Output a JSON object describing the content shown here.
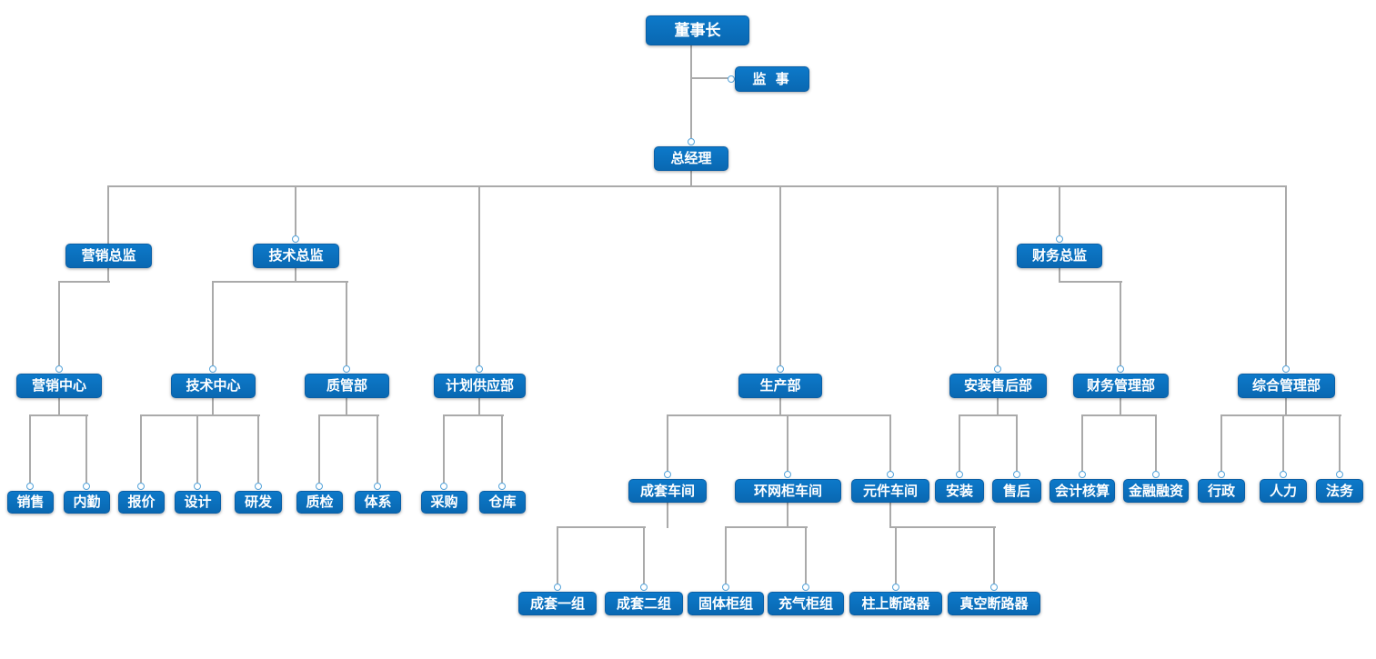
{
  "page": {
    "background": "#ffffff"
  },
  "palette": {
    "node_fill": "#0a70c0",
    "node_border": "#0a5fa6",
    "node_text": "#ffffff",
    "connector": "#aaaaaa",
    "handle_ring": "#54a3da",
    "handle_fill": "#ffffff"
  },
  "org_chart": {
    "nodes": {
      "chairman": {
        "label": "董事长"
      },
      "supervisor": {
        "label": "监 事"
      },
      "general_manager": {
        "label": "总经理"
      },
      "marketing_director": {
        "label": "营销总监"
      },
      "tech_director": {
        "label": "技术总监"
      },
      "finance_director": {
        "label": "财务总监"
      },
      "marketing_center": {
        "label": "营销中心"
      },
      "tech_center": {
        "label": "技术中心"
      },
      "quality_dept": {
        "label": "质管部"
      },
      "planning_supply_dept": {
        "label": "计划供应部"
      },
      "production_dept": {
        "label": "生产部"
      },
      "install_aftersales_dept": {
        "label": "安装售后部"
      },
      "finance_mgmt_dept": {
        "label": "财务管理部"
      },
      "general_mgmt_dept": {
        "label": "综合管理部"
      },
      "sales": {
        "label": "销售"
      },
      "office_support": {
        "label": "内勤"
      },
      "quotation": {
        "label": "报价"
      },
      "design": {
        "label": "设计"
      },
      "rnd": {
        "label": "研发"
      },
      "quality_inspection": {
        "label": "质检"
      },
      "quality_system": {
        "label": "体系"
      },
      "purchasing": {
        "label": "采购"
      },
      "warehouse": {
        "label": "仓库"
      },
      "complete_set_workshop": {
        "label": "成套车间"
      },
      "ring_main_unit_workshop": {
        "label": "环网柜车间"
      },
      "component_workshop": {
        "label": "元件车间"
      },
      "installation": {
        "label": "安装"
      },
      "after_sales": {
        "label": "售后"
      },
      "accounting": {
        "label": "会计核算"
      },
      "financing": {
        "label": "金融融资"
      },
      "administration": {
        "label": "行政"
      },
      "human_resources": {
        "label": "人力"
      },
      "legal": {
        "label": "法务"
      },
      "complete_set_group1": {
        "label": "成套一组"
      },
      "complete_set_group2": {
        "label": "成套二组"
      },
      "solid_cabinet_group": {
        "label": "固体柜组"
      },
      "gas_cabinet_group": {
        "label": "充气柜组"
      },
      "pole_mounted_breaker": {
        "label": "柱上断路器"
      },
      "vacuum_breaker": {
        "label": "真空断路器"
      }
    },
    "edges": [
      [
        "chairman",
        "supervisor"
      ],
      [
        "chairman",
        "general_manager"
      ],
      [
        "general_manager",
        "marketing_director"
      ],
      [
        "general_manager",
        "tech_director"
      ],
      [
        "general_manager",
        "planning_supply_dept"
      ],
      [
        "general_manager",
        "production_dept"
      ],
      [
        "general_manager",
        "install_aftersales_dept"
      ],
      [
        "general_manager",
        "finance_director"
      ],
      [
        "general_manager",
        "general_mgmt_dept"
      ],
      [
        "marketing_director",
        "marketing_center"
      ],
      [
        "tech_director",
        "tech_center"
      ],
      [
        "tech_director",
        "quality_dept"
      ],
      [
        "finance_director",
        "finance_mgmt_dept"
      ],
      [
        "marketing_center",
        "sales"
      ],
      [
        "marketing_center",
        "office_support"
      ],
      [
        "tech_center",
        "quotation"
      ],
      [
        "tech_center",
        "design"
      ],
      [
        "tech_center",
        "rnd"
      ],
      [
        "quality_dept",
        "quality_inspection"
      ],
      [
        "quality_dept",
        "quality_system"
      ],
      [
        "planning_supply_dept",
        "purchasing"
      ],
      [
        "planning_supply_dept",
        "warehouse"
      ],
      [
        "production_dept",
        "complete_set_workshop"
      ],
      [
        "production_dept",
        "ring_main_unit_workshop"
      ],
      [
        "production_dept",
        "component_workshop"
      ],
      [
        "install_aftersales_dept",
        "installation"
      ],
      [
        "install_aftersales_dept",
        "after_sales"
      ],
      [
        "finance_mgmt_dept",
        "accounting"
      ],
      [
        "finance_mgmt_dept",
        "financing"
      ],
      [
        "general_mgmt_dept",
        "administration"
      ],
      [
        "general_mgmt_dept",
        "human_resources"
      ],
      [
        "general_mgmt_dept",
        "legal"
      ],
      [
        "complete_set_workshop",
        "complete_set_group1"
      ],
      [
        "complete_set_workshop",
        "complete_set_group2"
      ],
      [
        "ring_main_unit_workshop",
        "solid_cabinet_group"
      ],
      [
        "ring_main_unit_workshop",
        "gas_cabinet_group"
      ],
      [
        "component_workshop",
        "pole_mounted_breaker"
      ],
      [
        "component_workshop",
        "vacuum_breaker"
      ]
    ]
  }
}
